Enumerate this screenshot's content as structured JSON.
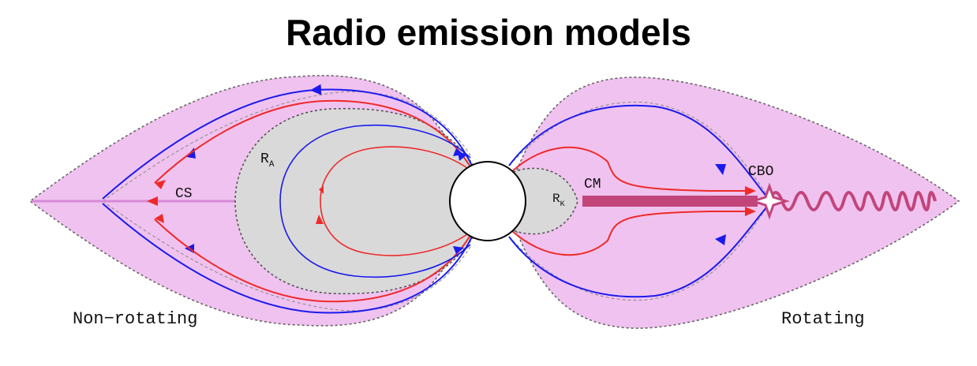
{
  "title": "Radio emission models",
  "labels": {
    "left_caption": "Non−rotating",
    "right_caption": "Rotating",
    "current_sheet": "CS",
    "alfven_radius": "R",
    "alfven_sub": "A",
    "kepler_radius": "R",
    "kepler_sub": "K",
    "centrifugal_mag": "CM",
    "breakout": "CBO"
  },
  "colors": {
    "envelope": "#f0c2ef",
    "closed_region": "#d9d9d9",
    "field_blue": "#1a1aee",
    "field_red": "#ee2a2a",
    "jet": "#c2457a"
  }
}
